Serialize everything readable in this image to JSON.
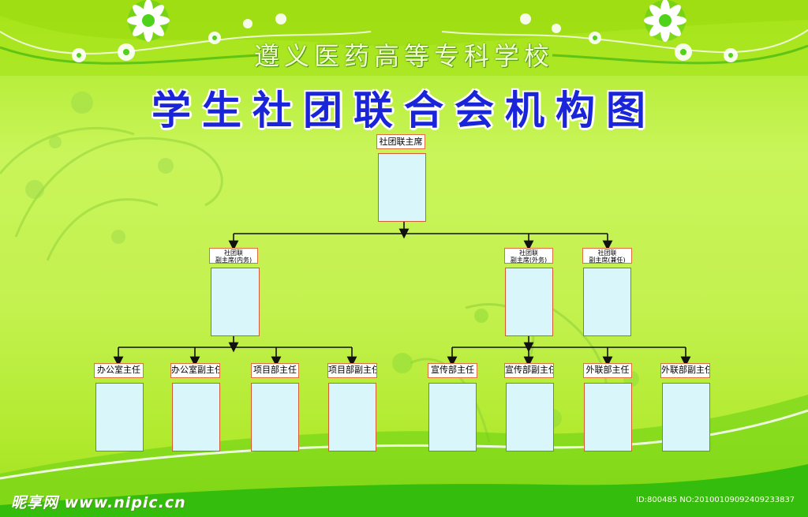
{
  "school_name": "遵义医药高等专科学校",
  "title": "学生社团联合会机构图",
  "org_chart": {
    "top": "社团联主席",
    "level2": [
      "社团联\n副主席(内务)",
      "社团联\n副主席(外务)",
      "社团联\n副主席(兼任)"
    ],
    "level3_internal": [
      "办公室主任",
      "办公室副主任",
      "项目部主任",
      "项目部副主任"
    ],
    "level3_external": [
      "宣传部主任",
      "宣传部副主任",
      "外联部主任",
      "外联部副主任"
    ]
  },
  "watermark": {
    "site": "昵享网 www.nipic.cn",
    "id": "ID:800485 NO:20100109092409233837"
  },
  "colors": {
    "background": "#b7ee3a",
    "title": "#1a24d8",
    "box_fill": "#d9f7fb",
    "box_border": "#d85a34",
    "connector": "#111111"
  }
}
